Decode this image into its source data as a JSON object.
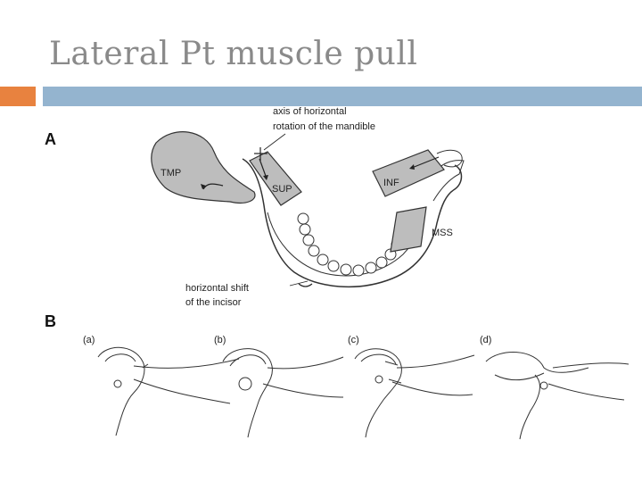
{
  "slide": {
    "title": "Lateral Pt muscle pull"
  },
  "figure": {
    "panel_a": {
      "letter": "A",
      "axis_label_line1": "axis of horizontal",
      "axis_label_line2": "rotation of the mandible",
      "muscles": [
        "TMP",
        "SUP",
        "INF",
        "MSS"
      ],
      "shift_label_line1": "horizontal shift",
      "shift_label_line2": "of the incisor"
    },
    "panel_b": {
      "letter": "B",
      "subpanels": [
        "(a)",
        "(b)",
        "(c)",
        "(d)"
      ]
    }
  },
  "colors": {
    "title": "#8a8a8a",
    "accent": "#e8823f",
    "rule": "#94b4cf",
    "muscle_fill": "#bdbdbd"
  }
}
